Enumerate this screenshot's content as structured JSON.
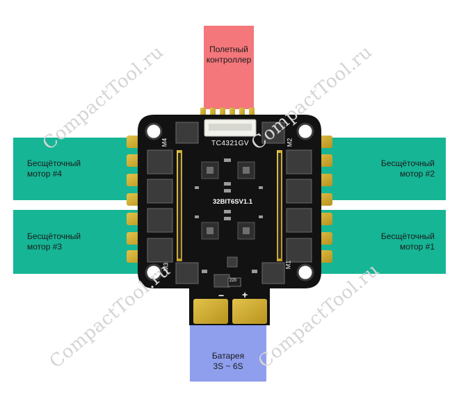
{
  "labels": {
    "flight_controller": "Полетный\nконтроллер",
    "motor4": "Бесщёточный\nмотор #4",
    "motor2": "Бесщёточный\nмотор #2",
    "motor3": "Бесщёточный\nмотор #3",
    "motor1": "Бесщёточный\nмотор #1",
    "battery": "Батарея\n3S ~ 6S"
  },
  "pcb": {
    "chip_label": "TC4321GV",
    "model": "32BIT6SV1.1",
    "m4": "M4",
    "m2": "M2",
    "m3": "M3",
    "m1": "M1",
    "minus": "−",
    "plus": "+",
    "cap": "220"
  },
  "watermarks": [
    "CompactTool.ru",
    "CompactTool.ru",
    "CompactTool.ru",
    "CompactTool.ru"
  ],
  "colors": {
    "fc_band": "#f3777b",
    "motor_band": "#16b595",
    "battery_band": "#8f9fee"
  }
}
